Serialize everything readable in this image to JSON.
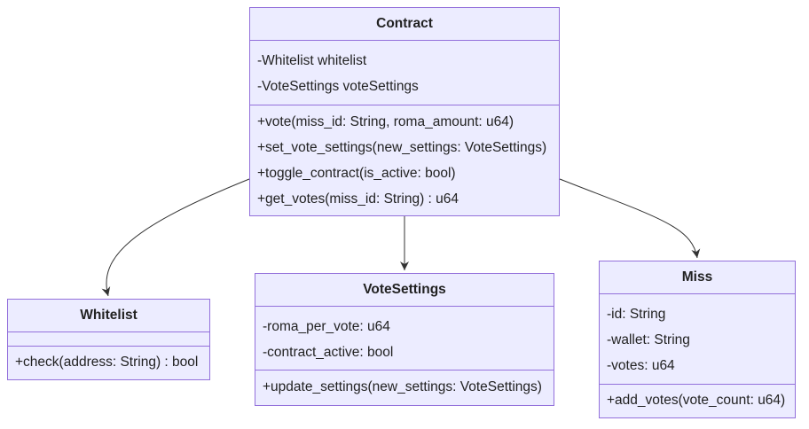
{
  "colors": {
    "class_fill": "#ececff",
    "class_border": "#9370db",
    "edge": "#333333",
    "text": "#222222"
  },
  "classes": {
    "contract": {
      "name": "Contract",
      "attributes": [
        "-Whitelist whitelist",
        "-VoteSettings voteSettings"
      ],
      "methods": [
        "+vote(miss_id: String, roma_amount: u64)",
        "+set_vote_settings(new_settings: VoteSettings)",
        "+toggle_contract(is_active: bool)",
        "+get_votes(miss_id: String) : u64"
      ]
    },
    "whitelist": {
      "name": "Whitelist",
      "attributes": [],
      "methods": [
        "+check(address: String) : bool"
      ]
    },
    "votesettings": {
      "name": "VoteSettings",
      "attributes": [
        "-roma_per_vote: u64",
        "-contract_active: bool"
      ],
      "methods": [
        "+update_settings(new_settings: VoteSettings)"
      ]
    },
    "miss": {
      "name": "Miss",
      "attributes": [
        "-id: String",
        "-wallet: String",
        "-votes: u64"
      ],
      "methods": [
        "+add_votes(vote_count: u64)"
      ]
    }
  },
  "relations": [
    {
      "from": "Contract",
      "to": "Whitelist",
      "type": "association"
    },
    {
      "from": "Contract",
      "to": "VoteSettings",
      "type": "association"
    },
    {
      "from": "Contract",
      "to": "Miss",
      "type": "association"
    }
  ]
}
